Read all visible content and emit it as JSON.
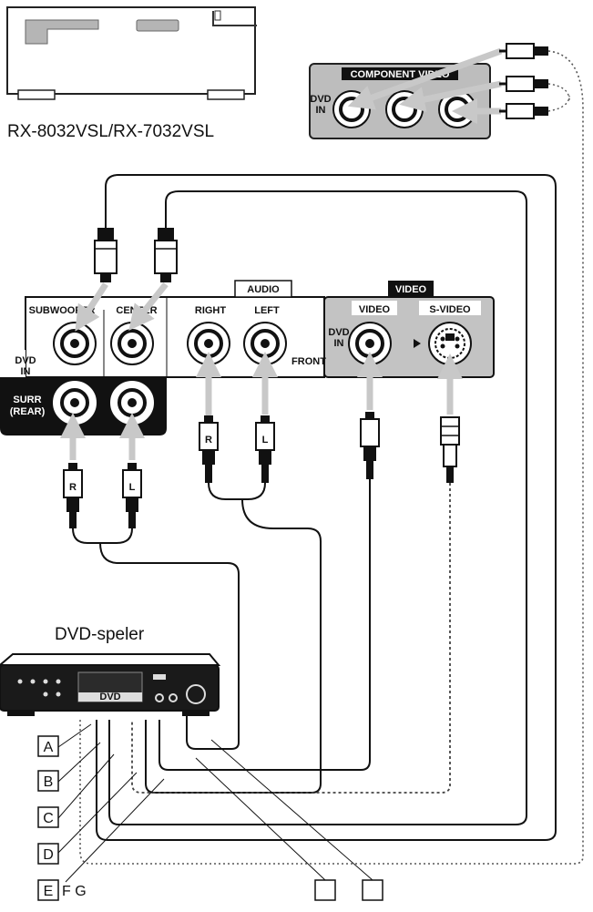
{
  "receiver_model": "RX-8032VSL/RX-7032VSL",
  "player_title": "DVD-speler",
  "component": {
    "title": "COMPONENT VIDEO",
    "dvd": "DVD",
    "in": "IN"
  },
  "audio_group": "AUDIO",
  "video_group": "VIDEO",
  "jacks": {
    "subwoofer": "SUBWOOFER",
    "center": "CENTER",
    "right": "RIGHT",
    "left": "LEFT",
    "video": "VIDEO",
    "svideo": "S-VIDEO",
    "dvd": "DVD",
    "in": "IN",
    "front": "FRONT",
    "surr": "SURR",
    "rear": "(REAR)"
  },
  "plugs": {
    "r": "R",
    "l": "L"
  },
  "player_display": "DVD",
  "letters": [
    "A",
    "B",
    "C",
    "D",
    "E"
  ],
  "letters_extra": "F G"
}
